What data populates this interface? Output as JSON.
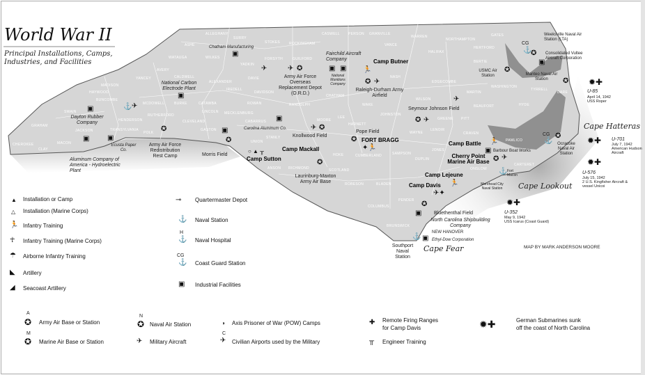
{
  "title": "World War II",
  "subtitle": "Principal Installations, Camps, Industries, and Facilities",
  "counties": [
    "ASHE",
    "ALLEGHANY",
    "SURRY",
    "STOKES",
    "ROCKINGHAM",
    "CASWELL",
    "PERSON",
    "GRANVILLE",
    "VANCE",
    "WARREN",
    "NORTHAMPTON",
    "GATES",
    "HERTFORD",
    "WATAUGA",
    "WILKES",
    "YADKIN",
    "FORSYTH",
    "GUILFORD",
    "HALIFAX",
    "BERTIE",
    "AVERY",
    "CALDWELL",
    "ALEXANDER",
    "IREDELL",
    "DAVIE",
    "DAVIDSON",
    "RANDOLPH",
    "ROWAN",
    "CHATHAM",
    "WAKE",
    "NASH",
    "EDGECOMBE",
    "MARTIN",
    "WASHINGTON",
    "TYRRELL",
    "DARE",
    "MADISON",
    "YANCEY",
    "BUNCOMBE",
    "MCDOWELL",
    "BURKE",
    "CATAWBA",
    "HAYWOOD",
    "SWAIN",
    "GRAHAM",
    "JACKSON",
    "MACON",
    "CHEROKEE",
    "CLAY",
    "TRANSYLVANIA",
    "HENDERSON",
    "RUTHERFORD",
    "POLK",
    "CLEVELAND",
    "LINCOLN",
    "GASTON",
    "MECKLENBURG",
    "CABARRUS",
    "STANLY",
    "UNION",
    "ANSON",
    "RICHMOND",
    "MOORE",
    "LEE",
    "HARNETT",
    "JOHNSTON",
    "WILSON",
    "WAYNE",
    "GREENE",
    "PITT",
    "BEAUFORT",
    "HYDE",
    "CRAVEN",
    "LENOIR",
    "JONES",
    "PAMLICO",
    "CARTERET",
    "ONSLOW",
    "DUPLIN",
    "SAMPSON",
    "CUMBERLAND",
    "HOKE",
    "SCOTLAND",
    "ROBESON",
    "BLADEN",
    "PENDER",
    "COLUMBUS",
    "BRUNSWICK"
  ],
  "map_labels": {
    "chatham_mfg": "Chatham Manufacturing",
    "fairchild": "Fairchild Aircraft Company",
    "natl_munitions": "National Munitions Company",
    "camp_butner": "Camp Butner",
    "raleigh_durham": "Raleigh-Durham Army Airfield",
    "aaf_ord": "Army Air Force Overseas Replacement Depot (O.R.D.)",
    "natl_carbon": "National Carbon Electrode Plant",
    "dayton": "Dayton Rubber Company",
    "alcoa": "Aluminum Company of America - Hydroelectric Plant",
    "ecusta": "Ecusta Paper Co.",
    "aaf_redist": "Army Air Force Redistribution Rest Camp",
    "morris": "Morris Field",
    "carolina_alum": "Carolina Aluminum Co.",
    "knollwood": "Knollwood Field",
    "pope": "Pope Field",
    "fort_bragg": "FORT BRAGG",
    "camp_mackall": "Camp Mackall",
    "camp_sutton": "Camp Sutton",
    "laurinburg": "Laurinburg-Maxton Army Air Base",
    "seymour": "Seymour Johnson Field",
    "weeksville": "Weeksville Naval Air Station (LTA)",
    "consolidated": "Consolidated Vultee Aircraft Corporation",
    "usmc": "USMC Air Station",
    "manteo": "Manteo Naval Air Station",
    "camp_battle": "Camp Battle",
    "barbour": "Barbour Boat Works",
    "cherry_point": "Cherry Point Marine Air Base",
    "ocracoke": "Ocracoke Naval Air Station",
    "fort_macon": "Fort Macon",
    "morehead": "Morehead City Naval Station",
    "camp_lejeune": "Camp Lejeune",
    "camp_davis": "Camp Davis",
    "bluethenthal": "Bluethenthal Field",
    "nc_ship": "North Carolina Shipbuilding Company",
    "new_hanover": "NEW HANOVER",
    "ethyl_dow": "Ethyl-Dow Corporation",
    "southport": "Southport Naval Station",
    "cape_fear": "Cape Fear",
    "cape_lookout": "Cape Lookout",
    "cape_hatteras": "Cape Hatteras",
    "credit": "MAP BY MARK ANDERSON MOORE"
  },
  "letters": {
    "A": "A",
    "M": "M",
    "N": "N",
    "C": "C",
    "H": "H",
    "CG": "CG"
  },
  "submarines": [
    {
      "name": "U-85",
      "date": "April 14, 1942",
      "by": "USS Roper"
    },
    {
      "name": "U-701",
      "date": "July 7, 1942",
      "by": "American Hudson Aircraft"
    },
    {
      "name": "U-576",
      "date": "July 15, 1942",
      "by": "2 U.S. Kingfisher Aircraft & vessel Unicoi"
    },
    {
      "name": "U-352",
      "date": "May 9, 1942",
      "by": "USS Icarus (Coast Guard)"
    }
  ],
  "legend": {
    "installation": "Installation or Camp",
    "installation_mc": "Installation (Marine Corps)",
    "infantry": "Infantry Training",
    "infantry_mc": "Infantry Training (Marine Corps)",
    "airborne": "Airborne Infantry Training",
    "artillery": "Artillery",
    "seacoast": "Seacoast Artillery",
    "quartermaster": "Quartermaster Depot",
    "naval_station": "Naval Station",
    "naval_hospital": "Naval Hospital",
    "coast_guard": "Coast Guard Station",
    "industrial": "Industrial Facilities",
    "army_air": "Army Air Base or Station",
    "marine_air": "Marine Air Base or Station",
    "naval_air": "Naval Air Station",
    "military_aircraft": "Military Aircraft",
    "pow": "Axis Prisoner of War (POW) Camps",
    "civilian_airports": "Civilian Airports used by the Military",
    "firing_ranges_1": "Remote Firing Ranges",
    "firing_ranges_2": "for Camp Davis",
    "engineer": "Engineer Training",
    "submarines_1": "German Submarines sunk",
    "submarines_2": "off the coast of North Carolina"
  }
}
